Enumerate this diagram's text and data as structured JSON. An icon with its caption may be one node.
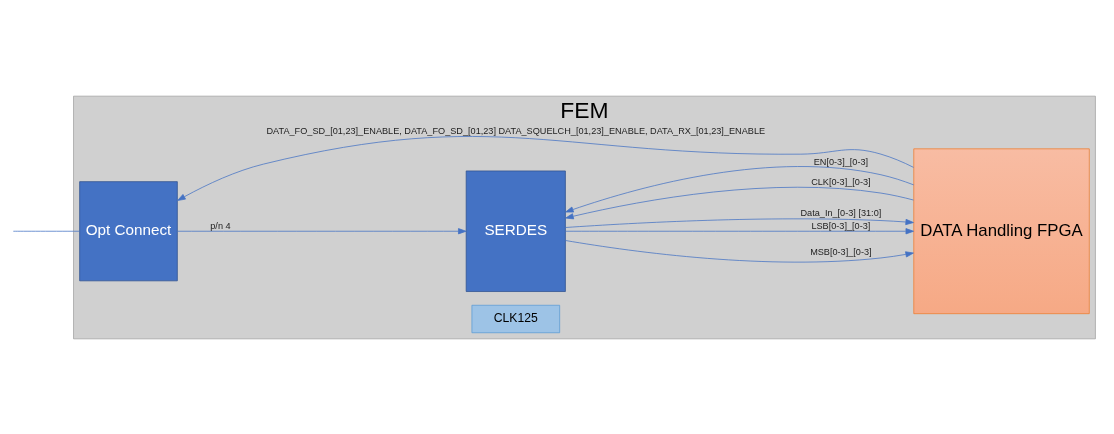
{
  "diagram": {
    "nodes": [
      {
        "text": [
          "FEM"
        ]
      },
      {
        "text": [
          "Opt Connect"
        ],
        "in": 0
      },
      {
        "text": [
          "SERDES"
        ],
        "in": 0
      },
      {
        "text": [
          "DATA Handling FPGA"
        ],
        "in": 0
      },
      {
        "text": [
          "CLK125"
        ],
        "in": 0
      }
    ],
    "edges": [
      {
        "from": 3,
        "to": 1,
        "arrow": "to",
        "label": "DATA_FO_SD_[01,23]_ENABLE, DATA_FO_SD_[01,23] DATA_SQUELCH_[01,23]_ENABLE, DATA_RX_[01,23]_ENABLE"
      },
      {
        "from": 1,
        "to": 2,
        "arrow": "to",
        "label": "p/n 4"
      },
      {
        "from": 3,
        "to": 2,
        "arrow": "to",
        "label": "CLK[0-3]_[0-3]"
      },
      {
        "from": 3,
        "to": 2,
        "arrow": "to",
        "label": "EN[0-3]_[0-3]"
      },
      {
        "from": 2,
        "to": 3,
        "arrow": "to",
        "label": "MSB[0-3]_[0-3]"
      },
      {
        "from": 2,
        "to": 3,
        "arrow": "to",
        "label": "LSB[0-3]_[0-3]"
      },
      {
        "from": 2,
        "to": 3,
        "arrow": "to",
        "label": "Data_In_[0-3] [31:0]"
      },
      {
        "from": null,
        "to": 1,
        "arrow": "none"
      }
    ]
  }
}
